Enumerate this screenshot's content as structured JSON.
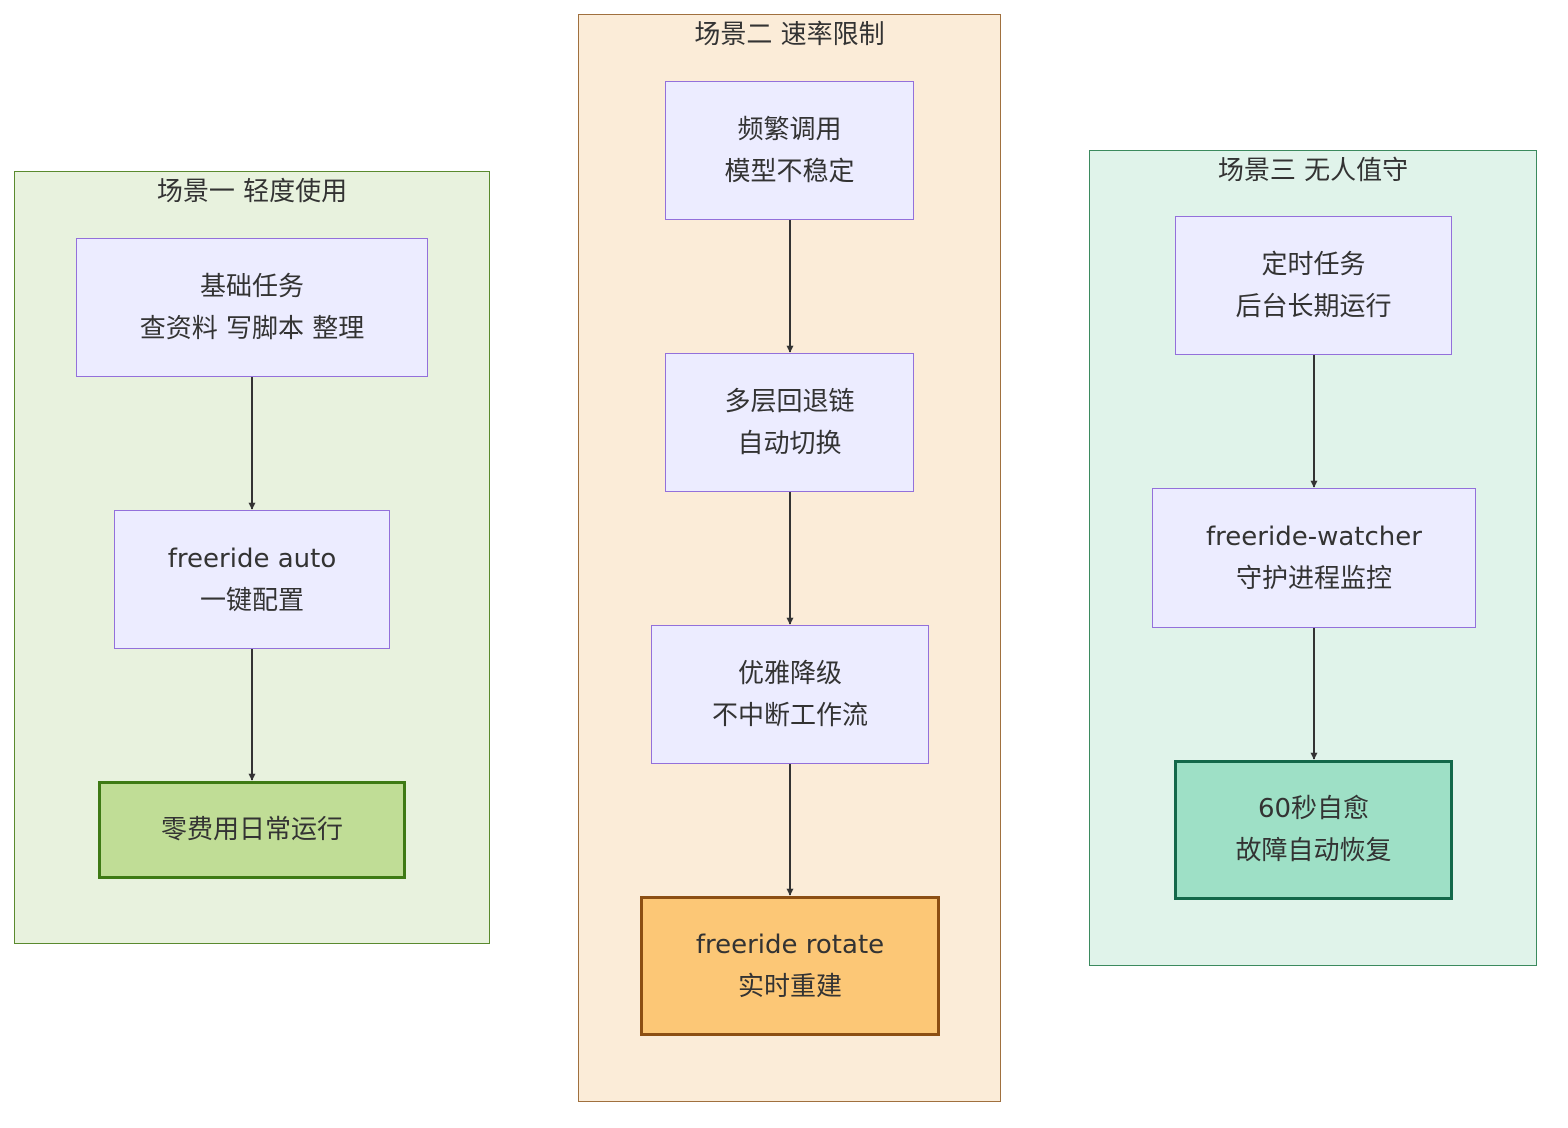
{
  "colors": {
    "node_fill": "#ececff",
    "node_border": "#9370db",
    "edge": "#333333",
    "text": "#333333"
  },
  "groups": [
    {
      "id": "scenario1",
      "title": "场景一 轻度使用",
      "fill": "#e8f2de",
      "border": "#5a8a2e",
      "nodes": [
        {
          "id": "basic-tasks",
          "lines": [
            "基础任务",
            "查资料 写脚本 整理"
          ]
        },
        {
          "id": "freeride-auto",
          "lines": [
            "freeride auto",
            "一键配置"
          ]
        },
        {
          "id": "zero-cost",
          "lines": [
            "零费用日常运行"
          ],
          "final": true,
          "fill": "#c0dd96",
          "border": "#3e7a14"
        }
      ]
    },
    {
      "id": "scenario2",
      "title": "场景二 速率限制",
      "fill": "#fbecd8",
      "border": "#a0703e",
      "nodes": [
        {
          "id": "frequent-calls",
          "lines": [
            "频繁调用",
            "模型不稳定"
          ]
        },
        {
          "id": "fallback-chain",
          "lines": [
            "多层回退链",
            "自动切换"
          ]
        },
        {
          "id": "graceful-degrade",
          "lines": [
            "优雅降级",
            "不中断工作流"
          ]
        },
        {
          "id": "freeride-rotate",
          "lines": [
            "freeride rotate",
            "实时重建"
          ],
          "final": true,
          "fill": "#fcc776",
          "border": "#8c4f13"
        }
      ]
    },
    {
      "id": "scenario3",
      "title": "场景三 无人值守",
      "fill": "#e0f3ea",
      "border": "#3b8a5e",
      "nodes": [
        {
          "id": "scheduled-tasks",
          "lines": [
            "定时任务",
            "后台长期运行"
          ]
        },
        {
          "id": "freeride-watcher",
          "lines": [
            "freeride-watcher",
            "守护进程监控"
          ]
        },
        {
          "id": "self-heal",
          "lines": [
            "60秒自愈",
            "故障自动恢复"
          ],
          "final": true,
          "fill": "#9ee0c6",
          "border": "#13684a"
        }
      ]
    }
  ],
  "edges": [
    {
      "from": "basic-tasks",
      "to": "freeride-auto"
    },
    {
      "from": "freeride-auto",
      "to": "zero-cost"
    },
    {
      "from": "frequent-calls",
      "to": "fallback-chain"
    },
    {
      "from": "fallback-chain",
      "to": "graceful-degrade"
    },
    {
      "from": "graceful-degrade",
      "to": "freeride-rotate"
    },
    {
      "from": "scheduled-tasks",
      "to": "freeride-watcher"
    },
    {
      "from": "freeride-watcher",
      "to": "self-heal"
    }
  ]
}
